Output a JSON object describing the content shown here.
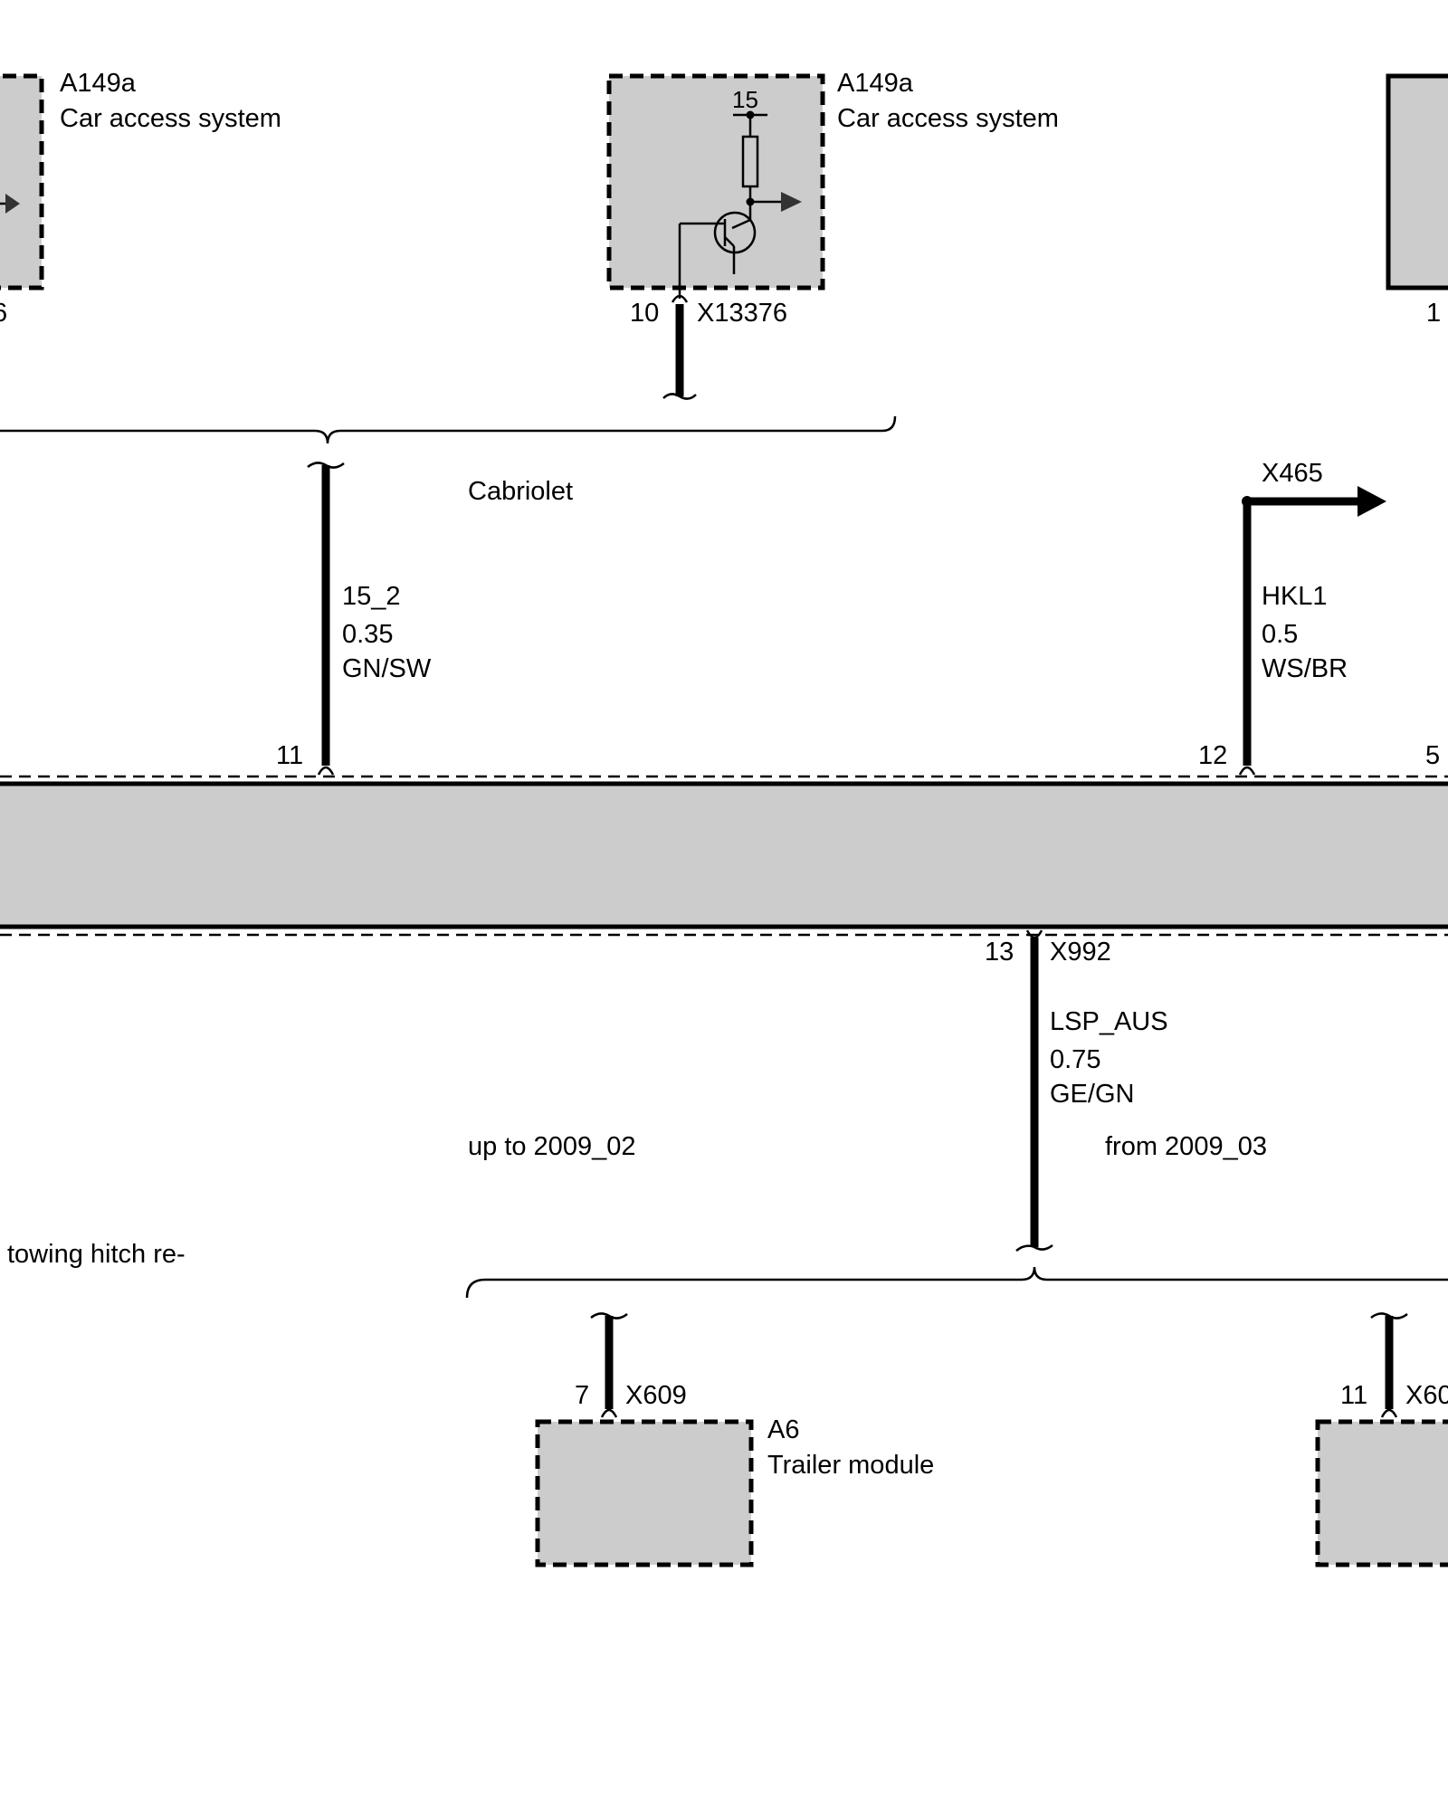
{
  "components": {
    "car_access_left": {
      "id": "A149a",
      "name": "Car access system",
      "pin": "6"
    },
    "car_access_center": {
      "id": "A149a",
      "name": "Car access system",
      "pin": "10",
      "connector": "X13376",
      "terminal": "15"
    },
    "right_box": {
      "pin": "1"
    },
    "trailer_module": {
      "id": "A6",
      "name": "Trailer module",
      "pin": "7",
      "connector": "X609"
    },
    "trailer_module_right": {
      "pin": "11",
      "connector": "X60"
    }
  },
  "wires": {
    "w15_2": {
      "signal": "15_2",
      "cross_section": "0.35",
      "color": "GN/SW",
      "pin": "11"
    },
    "hkl1": {
      "signal": "HKL1",
      "cross_section": "0.5",
      "color": "WS/BR",
      "pin": "12",
      "target": "X465"
    },
    "lsp_aus": {
      "signal": "LSP_AUS",
      "cross_section": "0.75",
      "color": "GE/GN",
      "pin": "13",
      "connector": "X992"
    }
  },
  "main_module": {
    "pin_right": "5"
  },
  "notes": {
    "cabriolet": "Cabriolet",
    "up_to": "up to 2009_02",
    "from": "from 2009_03",
    "towing": "towing hitch re-"
  }
}
